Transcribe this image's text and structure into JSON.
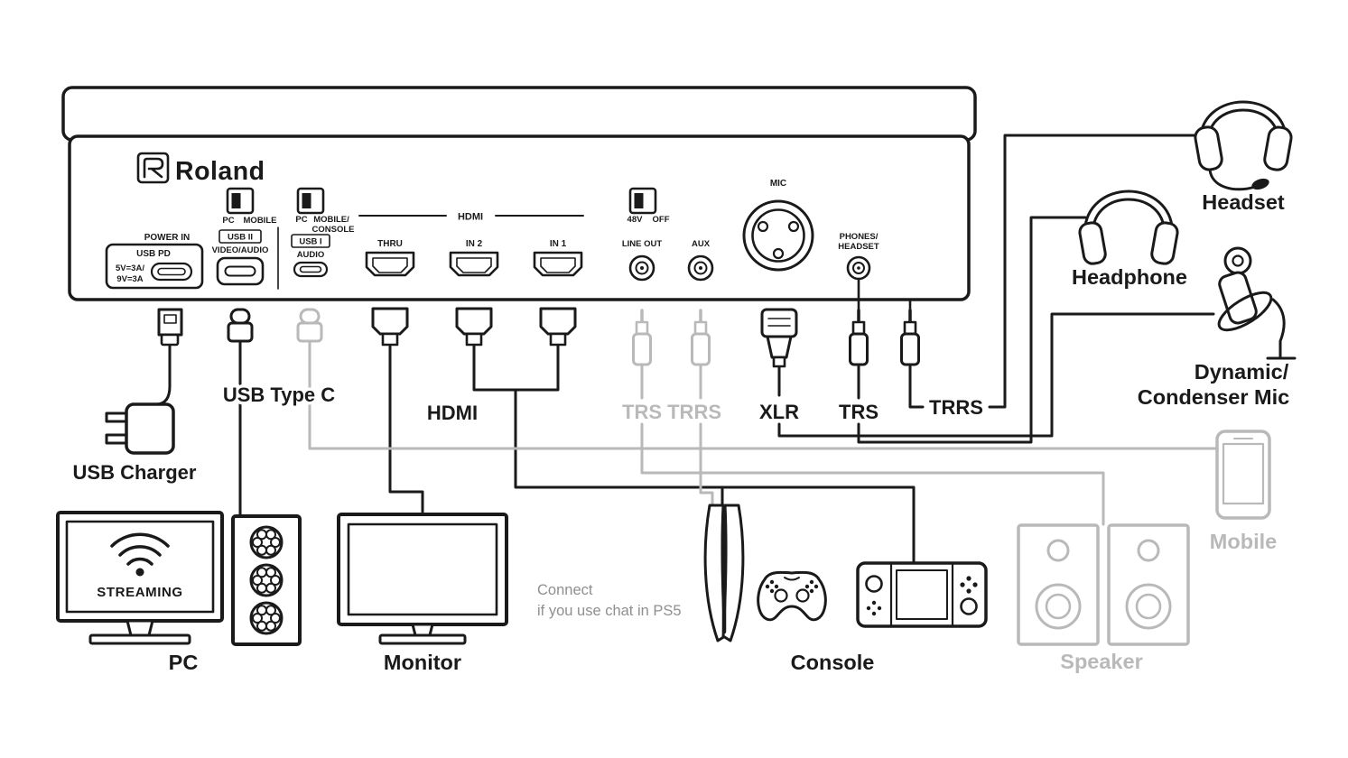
{
  "colors": {
    "ink": "#1a1a1a",
    "muted": "#b9b9b9",
    "note": "#8f8f8f"
  },
  "brand": {
    "logo_text": "Roland"
  },
  "panel": {
    "power": {
      "title": "POWER IN",
      "sub": "USB PD",
      "spec1": "5V=3A/",
      "spec2": "9V=3A"
    },
    "sw_usb2": {
      "left": "PC",
      "right": "MOBILE"
    },
    "usb2": {
      "name": "USB II",
      "sub": "VIDEO/AUDIO"
    },
    "sw_usb1": {
      "left": "PC",
      "right1": "MOBILE/",
      "right2": "CONSOLE"
    },
    "usb1": {
      "name": "USB I",
      "sub": "AUDIO"
    },
    "hdmi": {
      "group": "HDMI",
      "thru": "THRU",
      "in2": "IN 2",
      "in1": "IN 1"
    },
    "phantom": {
      "volt": "48V",
      "off": "OFF"
    },
    "line_out": "LINE OUT",
    "aux": "AUX",
    "mic": "MIC",
    "phones": {
      "line1": "PHONES/",
      "line2": "HEADSET"
    }
  },
  "cables": {
    "usb_type_c": "USB Type C",
    "hdmi": "HDMI",
    "trs_trrs": "TRS TRRS",
    "xlr": "XLR",
    "trs": "TRS",
    "trrs": "TRRS"
  },
  "devices": {
    "usb_charger": "USB Charger",
    "pc": "PC",
    "streaming": "STREAMING",
    "monitor": "Monitor",
    "console": "Console",
    "speaker": "Speaker",
    "mobile": "Mobile",
    "headset": "Headset",
    "headphone": "Headphone",
    "dyn_mic_line1": "Dynamic/",
    "dyn_mic_line2": "Condenser Mic"
  },
  "notes": {
    "ps5_line1": "Connect",
    "ps5_line2": "if you use chat in PS5"
  }
}
